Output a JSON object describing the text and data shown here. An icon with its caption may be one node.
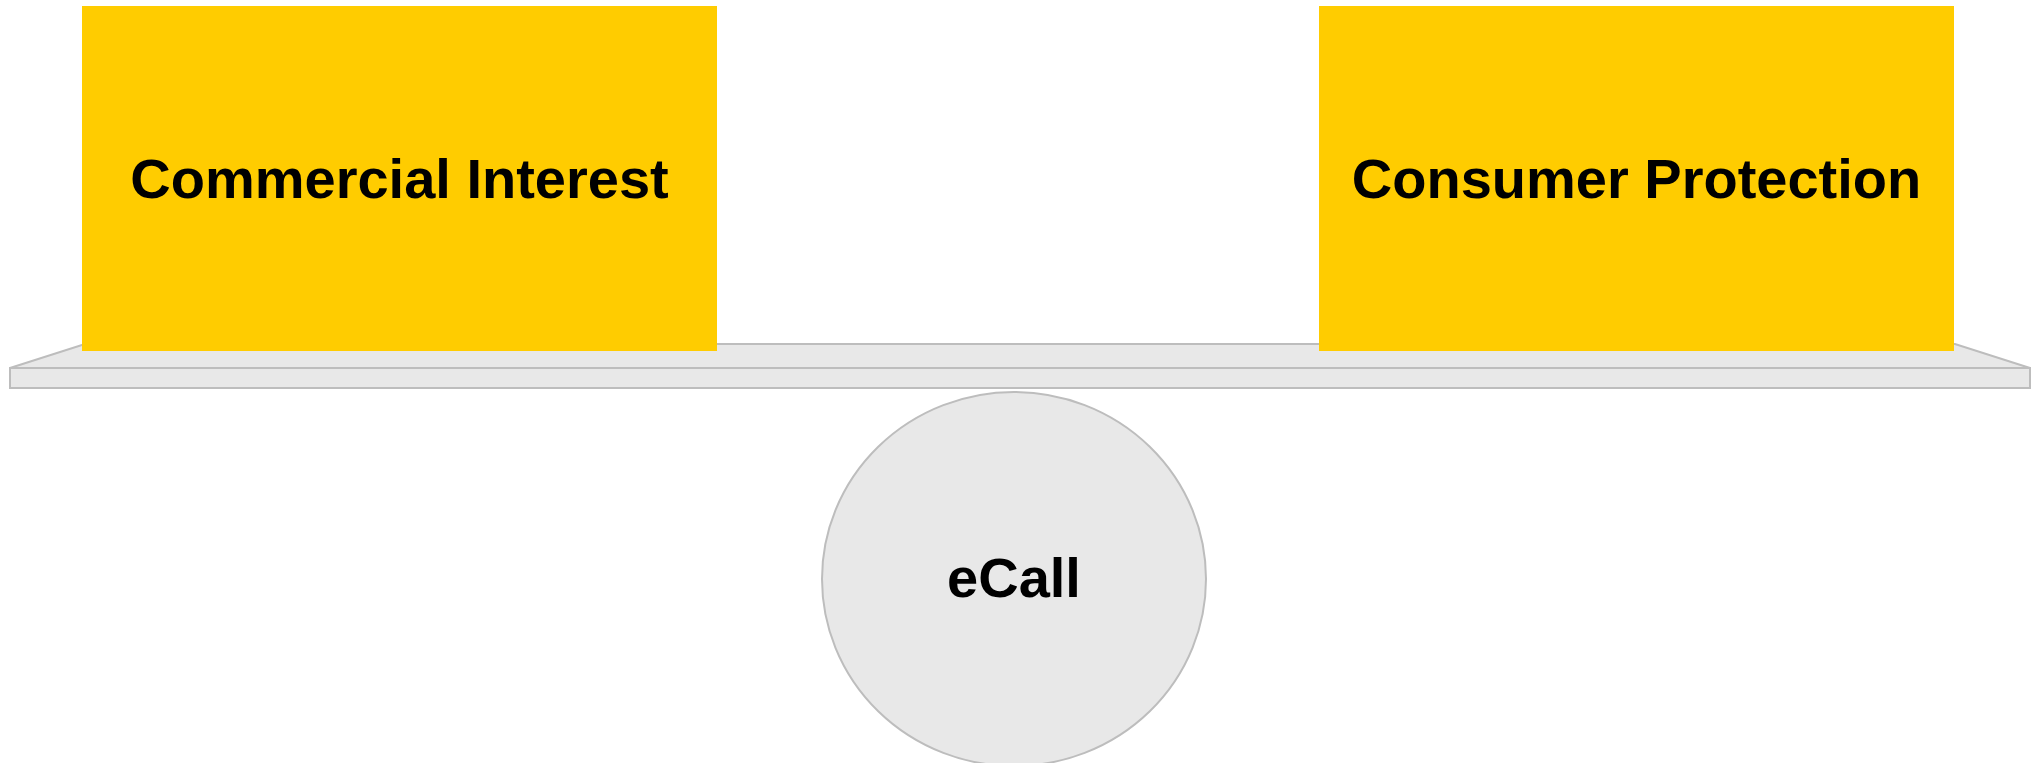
{
  "diagram": {
    "nodes": [
      {
        "text": [
          "Commercial Interest"
        ]
      },
      {
        "text": [
          "Consumer Protection"
        ]
      },
      {
        "text": [
          "eCall"
        ]
      }
    ]
  }
}
